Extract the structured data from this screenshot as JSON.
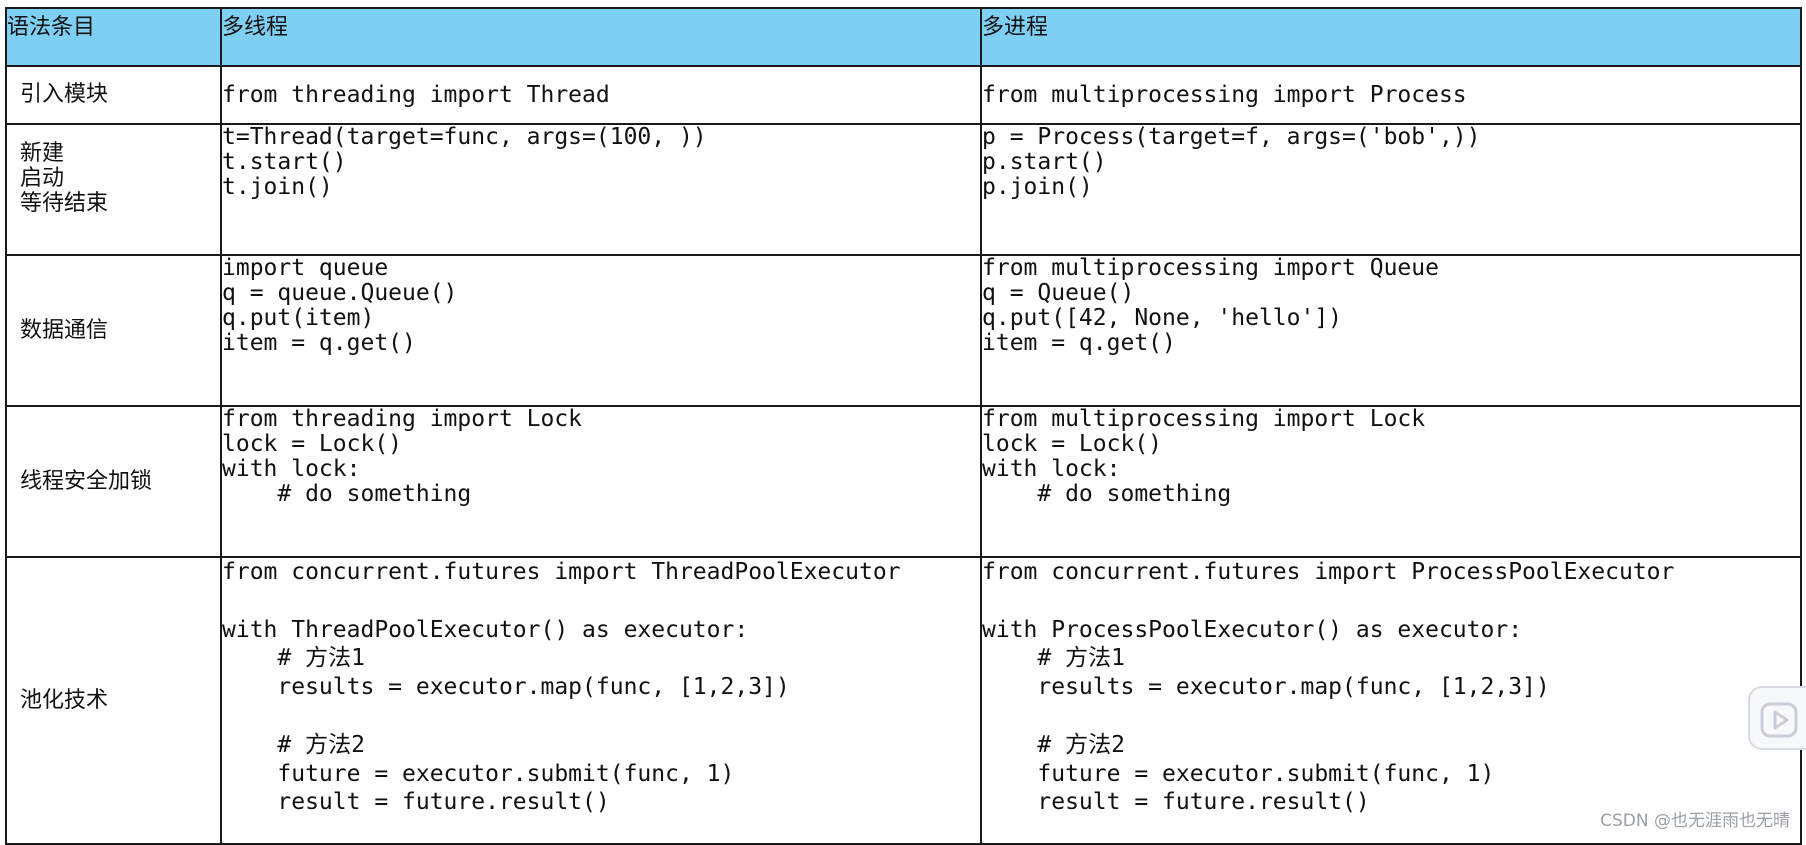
{
  "table": {
    "headers": [
      "语法条目",
      "多线程",
      "多进程"
    ],
    "rows": [
      {
        "label": "引入模块",
        "thread": "from threading import Thread",
        "process": "from multiprocessing import Process"
      },
      {
        "label": "新建\n启动\n等待结束",
        "thread": "t=Thread(target=func, args=(100, ))\nt.start()\nt.join()",
        "process": "p = Process(target=f, args=('bob',))\np.start()\np.join()"
      },
      {
        "label": "数据通信",
        "thread": "import queue\nq = queue.Queue()\nq.put(item)\nitem = q.get()",
        "process": "from multiprocessing import Queue\nq = Queue()\nq.put([42, None, 'hello'])\nitem = q.get()"
      },
      {
        "label": "线程安全加锁",
        "thread": "from threading import Lock\nlock = Lock()\nwith lock:\n    # do something",
        "process": "from multiprocessing import Lock\nlock = Lock()\nwith lock:\n    # do something"
      },
      {
        "label": "池化技术",
        "thread": "from concurrent.futures import ThreadPoolExecutor\n\nwith ThreadPoolExecutor() as executor:\n    # 方法1\n    results = executor.map(func, [1,2,3])\n\n    # 方法2\n    future = executor.submit(func, 1)\n    result = future.result()",
        "process": "from concurrent.futures import ProcessPoolExecutor\n\nwith ProcessPoolExecutor() as executor:\n    # 方法1\n    results = executor.map(func, [1,2,3])\n\n    # 方法2\n    future = executor.submit(func, 1)\n    result = future.result()"
      }
    ]
  },
  "watermark": "CSDN @也无涯雨也无晴",
  "widget": {
    "icon": "play-icon",
    "color": "#c9ced6"
  },
  "colors": {
    "header_bg": "#7ecff4",
    "border": "#1a1a1a"
  }
}
